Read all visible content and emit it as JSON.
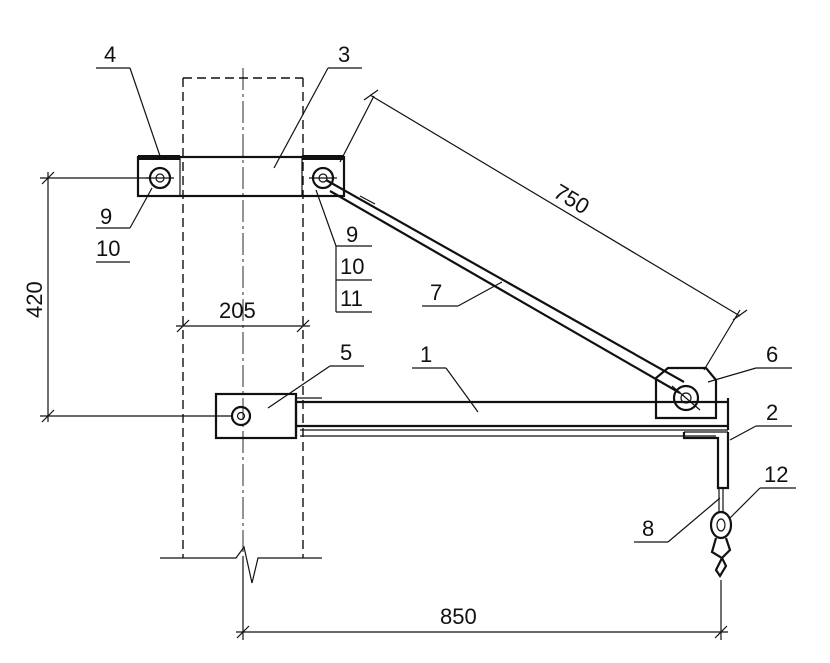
{
  "diagram": {
    "dimensions": {
      "arm_length": "750",
      "height": "420",
      "post_width": "205",
      "reach": "850"
    },
    "callouts": {
      "c1": "1",
      "c2": "2",
      "c3": "3",
      "c4": "4",
      "c5": "5",
      "c6": "6",
      "c7": "7",
      "c8": "8",
      "c9a": "9",
      "c10a": "10",
      "c9b": "9",
      "c10b": "10",
      "c11": "11",
      "c12": "12"
    }
  }
}
